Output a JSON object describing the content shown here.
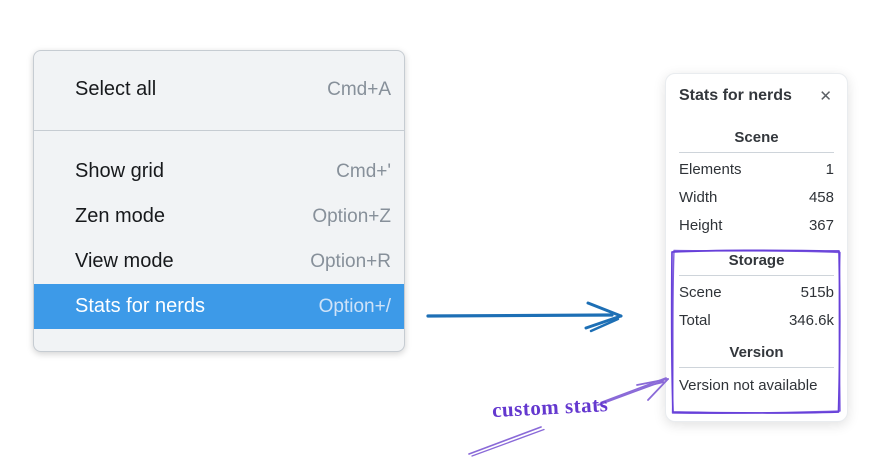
{
  "colors": {
    "menu_bg": "#f1f3f5",
    "menu_highlight": "#3d9ae8",
    "menu_shortcut": "#87909a",
    "blue_arrow": "#1d6fb5",
    "violet": "#6741d9",
    "violet_arrow": "#8a6ad8",
    "violet_text": "#6438cf"
  },
  "context_menu": {
    "groups": [
      {
        "items": [
          {
            "label": "Select all",
            "shortcut": "Cmd+A",
            "highlighted": false
          }
        ]
      },
      {
        "items": [
          {
            "label": "Show grid",
            "shortcut": "Cmd+'",
            "highlighted": false
          },
          {
            "label": "Zen mode",
            "shortcut": "Option+Z",
            "highlighted": false
          },
          {
            "label": "View mode",
            "shortcut": "Option+R",
            "highlighted": false
          },
          {
            "label": "Stats for nerds",
            "shortcut": "Option+/",
            "highlighted": true
          }
        ]
      }
    ]
  },
  "stats_panel": {
    "title": "Stats for nerds",
    "close_icon": "✕",
    "sections": [
      {
        "heading": "Scene",
        "rows": [
          {
            "label": "Elements",
            "value": "1"
          },
          {
            "label": "Width",
            "value": "458"
          },
          {
            "label": "Height",
            "value": "367"
          }
        ]
      },
      {
        "heading": "Storage",
        "rows": [
          {
            "label": "Scene",
            "value": "515b"
          },
          {
            "label": "Total",
            "value": "346.6k"
          }
        ]
      },
      {
        "heading": "Version",
        "note": "Version not available"
      }
    ]
  },
  "annotation": {
    "label": "custom stats"
  }
}
